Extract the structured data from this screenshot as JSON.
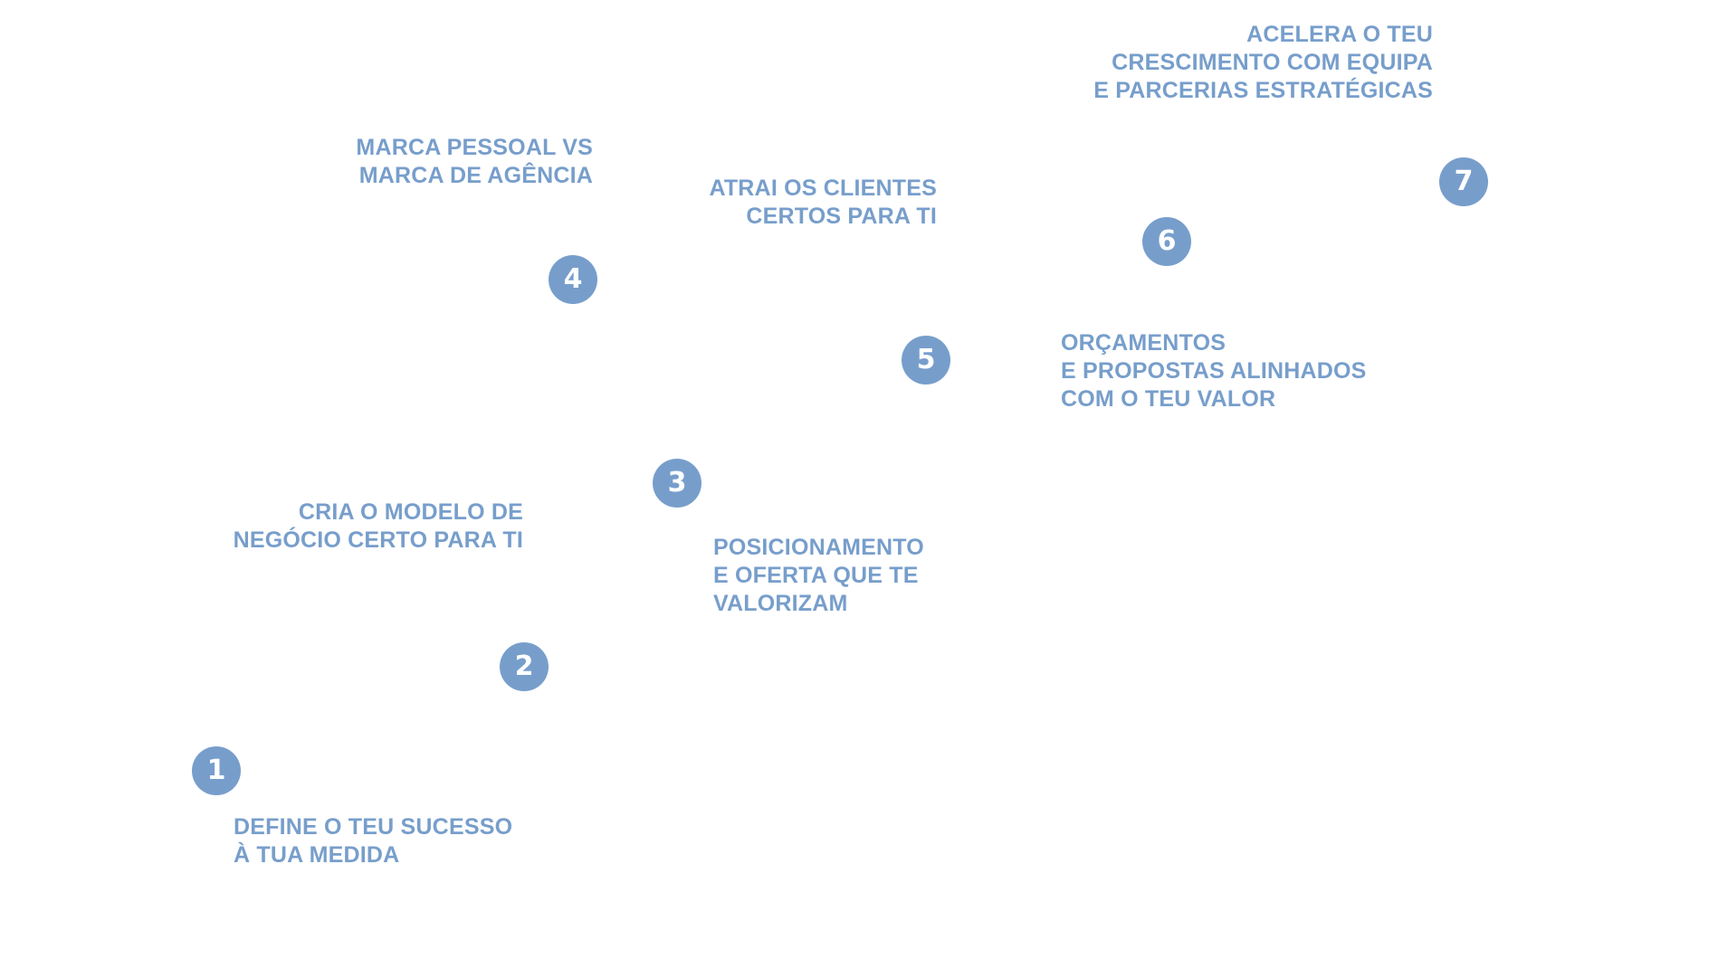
{
  "theme": {
    "accent": "#779ECB",
    "number_text": "#FFFFFF",
    "background": "#FFFFFF"
  },
  "steps": [
    {
      "number": "1",
      "lines": [
        "DEFINE O TEU SUCESSO",
        "À TUA MEDIDA"
      ]
    },
    {
      "number": "2",
      "lines": [
        "CRIA O MODELO DE",
        "NEGÓCIO CERTO PARA TI"
      ]
    },
    {
      "number": "3",
      "lines": [
        "POSICIONAMENTO",
        "E OFERTA QUE TE",
        "VALORIZAM"
      ]
    },
    {
      "number": "4",
      "lines": [
        "MARCA PESSOAL VS",
        "MARCA DE AGÊNCIA"
      ]
    },
    {
      "number": "5",
      "lines": [
        "ATRAI OS CLIENTES",
        "CERTOS PARA TI"
      ]
    },
    {
      "number": "6",
      "lines": [
        "ORÇAMENTOS",
        "E PROPOSTAS ALINHADOS",
        "COM O TEU VALOR"
      ]
    },
    {
      "number": "7",
      "lines": [
        "ACELERA O TEU",
        "CRESCIMENTO COM EQUIPA",
        "E PARCERIAS ESTRATÉGICAS"
      ]
    }
  ]
}
